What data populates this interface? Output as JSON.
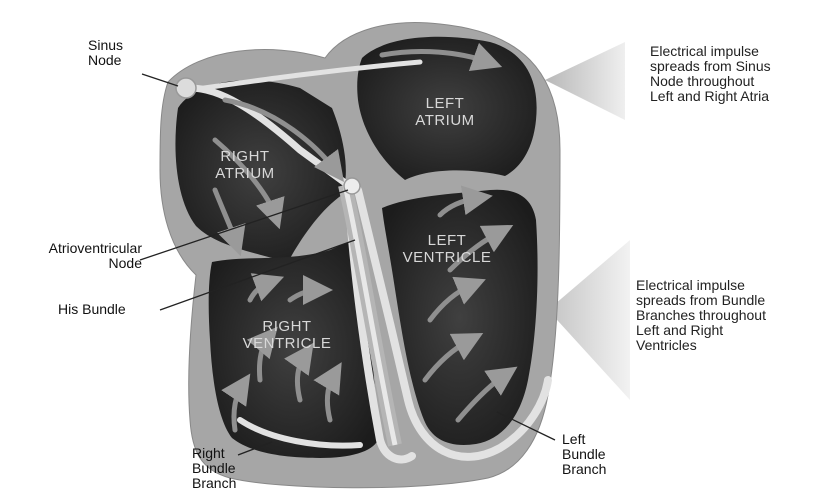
{
  "labels": {
    "sinus_node": "Sinus\nNode",
    "av_node": "Atrioventricular\nNode",
    "his_bundle": "His Bundle",
    "right_bundle_branch": "Right\nBundle\nBranch",
    "left_bundle_branch": "Left\nBundle\nBranch"
  },
  "chambers": {
    "right_atrium": "RIGHT\nATRIUM",
    "left_atrium": "LEFT\nATRIUM",
    "right_ventricle": "RIGHT\nVENTRICLE",
    "left_ventricle": "LEFT\nVENTRICLE"
  },
  "annotations": {
    "atria": "Electrical impulse\nspreads from Sinus\nNode throughout\nLeft and Right Atria",
    "ventricles": "Electrical impulse\nspreads from Bundle\nBranches throughout\nLeft and Right\nVentricles"
  },
  "colors": {
    "chamber_fill": "#2b2b2b",
    "wall": "#a9a9a9",
    "conduction": "#e6e6e6",
    "arrow": "#8c8c8c"
  }
}
